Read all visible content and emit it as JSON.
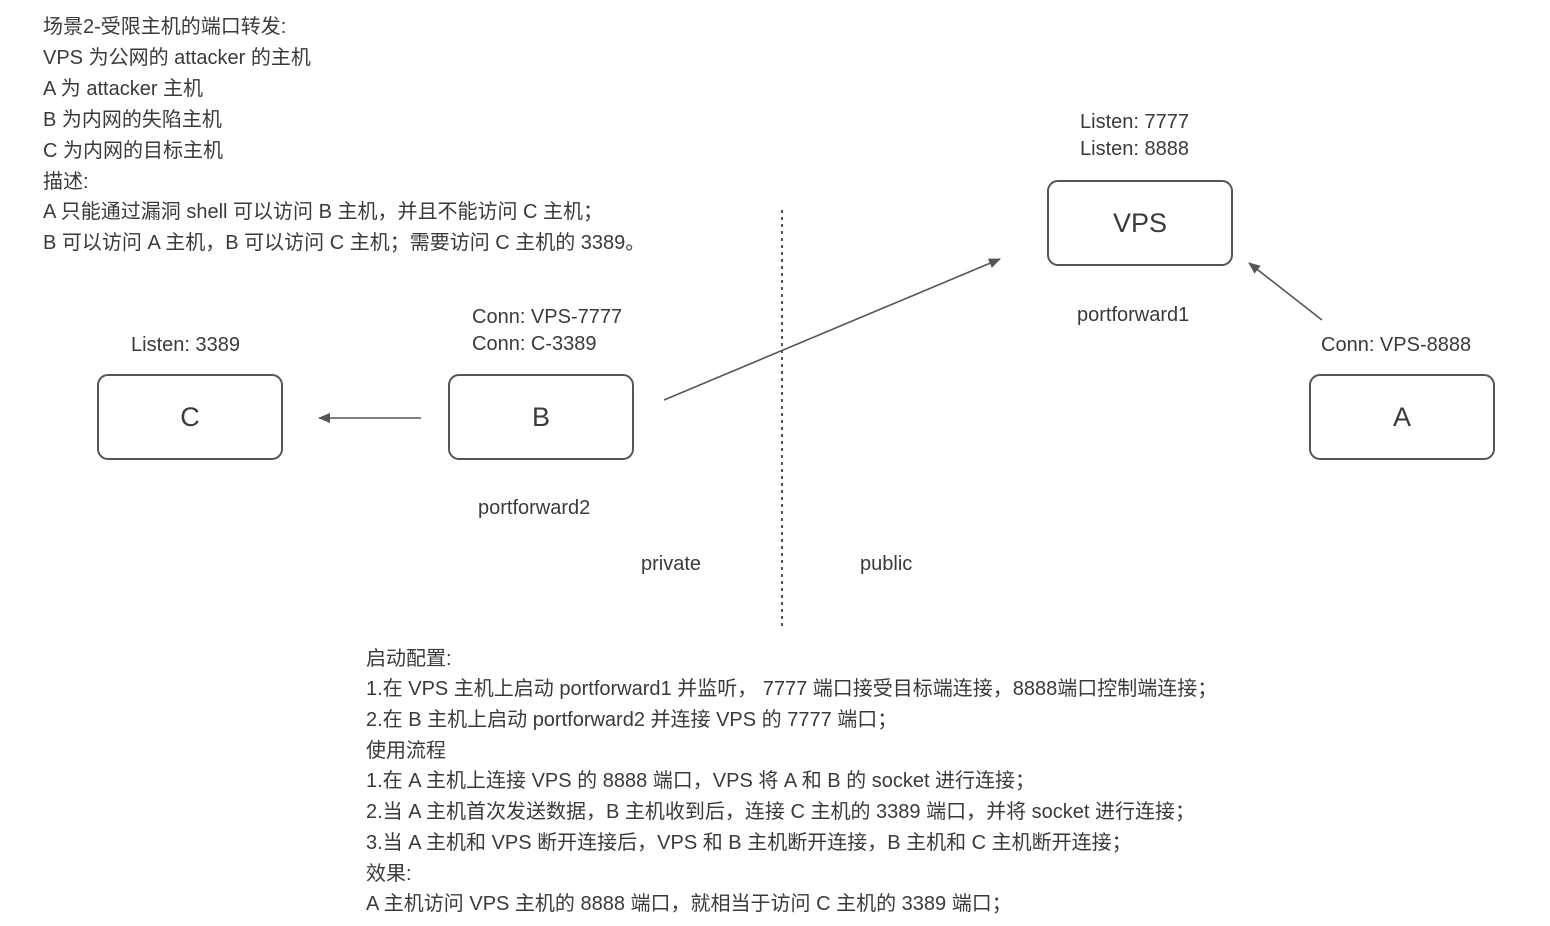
{
  "scenario": {
    "lines": [
      "场景2-受限主机的端口转发:",
      "VPS 为公网的 attacker 的主机",
      "A 为 attacker 主机",
      "B 为内网的失陷主机",
      "C 为内网的目标主机",
      "描述:",
      "A 只能通过漏洞 shell 可以访问 B 主机，并且不能访问 C 主机；",
      "B 可以访问 A 主机，B 可以访问 C 主机；需要访问 C 主机的 3389。"
    ]
  },
  "nodes": {
    "vps": {
      "label": "VPS",
      "listen_1": "Listen: 7777",
      "listen_2": "Listen: 8888",
      "tool": "portforward1"
    },
    "a": {
      "label": "A",
      "conn": "Conn: VPS-8888"
    },
    "b": {
      "label": "B",
      "conn_1": "Conn: VPS-7777",
      "conn_2": "Conn: C-3389",
      "tool": "portforward2"
    },
    "c": {
      "label": "C",
      "listen": "Listen: 3389"
    }
  },
  "zones": {
    "private": "private",
    "public": "public"
  },
  "procedure": {
    "lines": [
      "启动配置:",
      "1.在 VPS 主机上启动 portforward1 并监听， 7777 端口接受目标端连接，8888端口控制端连接；",
      "2.在 B 主机上启动 portforward2 并连接 VPS 的 7777 端口；",
      "使用流程",
      "1.在 A 主机上连接 VPS 的 8888 端口，VPS 将 A 和 B 的 socket 进行连接；",
      "2.当 A 主机首次发送数据，B 主机收到后，连接 C 主机的 3389 端口，并将 socket 进行连接；",
      "3.当 A 主机和 VPS 断开连接后，VPS 和 B 主机断开连接，B 主机和 C 主机断开连接；",
      "效果:",
      "A 主机访问 VPS 主机的 8888 端口，就相当于访问 C 主机的 3389 端口；"
    ]
  },
  "colors": {
    "text": "#3a3a3a",
    "stroke": "#555555"
  }
}
